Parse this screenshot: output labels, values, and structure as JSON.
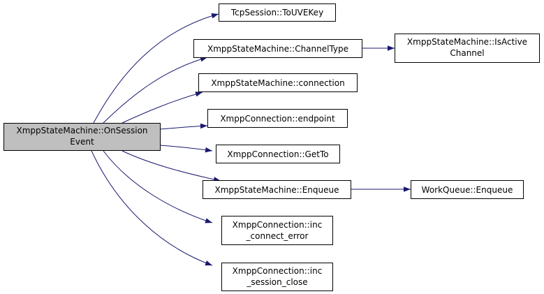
{
  "colors": {
    "edge": "#191970",
    "node_border": "#000000",
    "node_fill": "#ffffff",
    "root_fill": "#bfbfbf"
  },
  "nodes": {
    "root": {
      "lines": [
        "XmppStateMachine::OnSession",
        "Event"
      ]
    },
    "to_uve_key": {
      "lines": [
        "TcpSession::ToUVEKey"
      ]
    },
    "channel_type": {
      "lines": [
        "XmppStateMachine::ChannelType"
      ]
    },
    "is_active": {
      "lines": [
        "XmppStateMachine::IsActive",
        "Channel"
      ]
    },
    "connection": {
      "lines": [
        "XmppStateMachine::connection"
      ]
    },
    "endpoint": {
      "lines": [
        "XmppConnection::endpoint"
      ]
    },
    "get_to": {
      "lines": [
        "XmppConnection::GetTo"
      ]
    },
    "enqueue": {
      "lines": [
        "XmppStateMachine::Enqueue"
      ]
    },
    "wq_enqueue": {
      "lines": [
        "WorkQueue::Enqueue"
      ]
    },
    "connect_error": {
      "lines": [
        "XmppConnection::inc",
        "_connect_error"
      ]
    },
    "session_close": {
      "lines": [
        "XmppConnection::inc",
        "_session_close"
      ]
    }
  }
}
